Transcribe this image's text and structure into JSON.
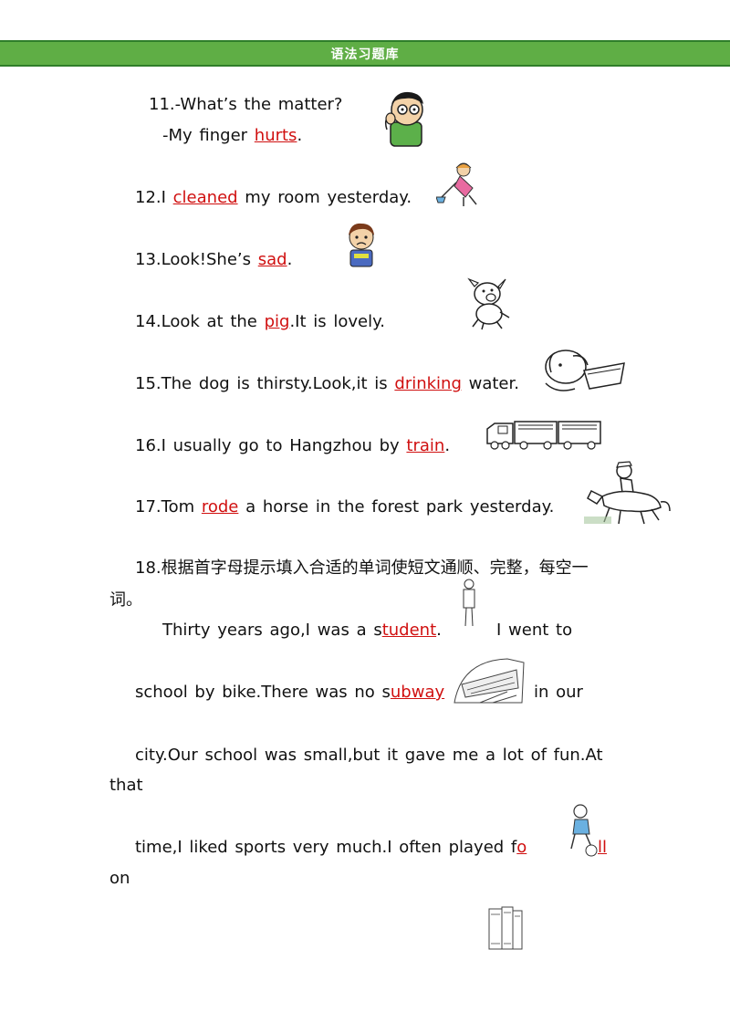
{
  "header": {
    "title": "语法习题库"
  },
  "questions": [
    {
      "pre": "11.-What’s the matter?",
      "ans": "",
      "post": ""
    },
    {
      "pre": "-My finger ",
      "ans": "hurts",
      "post": "."
    },
    {
      "pre": "12.I ",
      "ans": "cleaned",
      "post": " my room yesterday."
    },
    {
      "pre": "13.Look!She’s ",
      "ans": "sad",
      "post": "."
    },
    {
      "pre": "14.Look at the ",
      "ans": "pig",
      "post": ".It is lovely."
    },
    {
      "pre": "15.The dog is thirsty.Look,it is ",
      "ans": "drinking",
      "post": " water."
    },
    {
      "pre": "16.I usually go to Hangzhou by ",
      "ans": "train",
      "post": "."
    },
    {
      "pre": "17.Tom ",
      "ans": "rode",
      "post": " a horse in the forest park yesterday."
    }
  ],
  "q18": {
    "instr1": "18.根据首字母提示填入合适的单词使短文通顺、完整，每空一",
    "instr2": "词。",
    "l1_pre": "Thirty years ago,I was a s",
    "l1_ans": "tudent",
    "l1_post": ".",
    "l1_tail": "I went to",
    "l2_pre": "school by bike.There was no s",
    "l2_ans": "ubway",
    "l2_tail": "in our",
    "l3": "city.Our school was small,but it gave me a lot of fun.At",
    "l3b": "that",
    "l4_pre": "time,I liked sports very much.I often played f",
    "l4_ans1": "o",
    "l4_ans2": "ll",
    "l4b": "on"
  }
}
